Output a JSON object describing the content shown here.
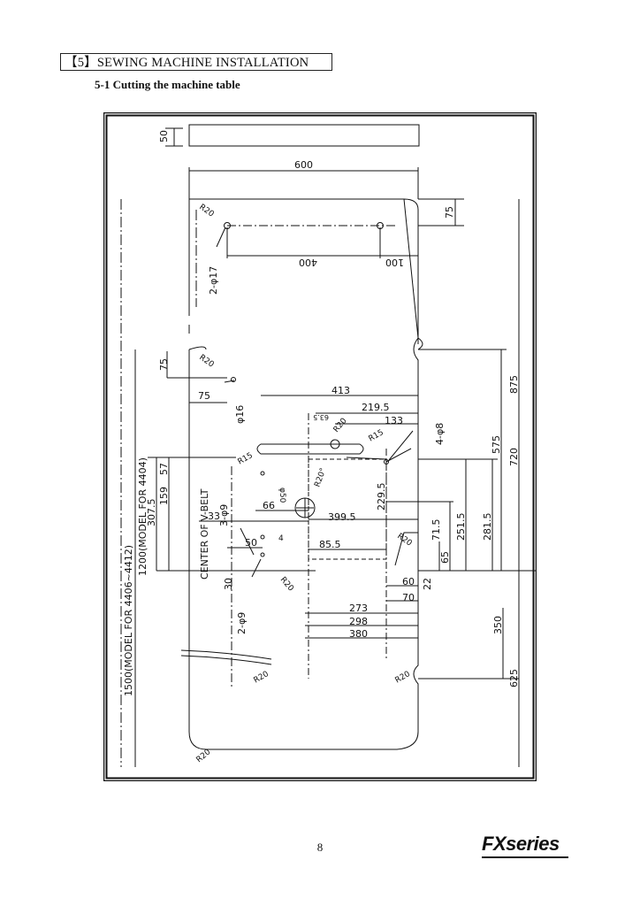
{
  "section": {
    "title": "【5】SEWING MACHINE INSTALLATION",
    "subtitle": "5-1 Cutting the machine table"
  },
  "drawing": {
    "dims": {
      "d50": "50",
      "d600": "600",
      "d75a": "75",
      "d400": "400",
      "d100": "100",
      "d2phi17": "2-φ17",
      "d75b": "75",
      "d75c": "75",
      "d16": "φ16",
      "d413": "413",
      "d219_5": "219.5",
      "d63_5": "63.5",
      "d133": "133",
      "d4phi8": "4-φ8",
      "d57": "57",
      "d159": "159",
      "d307_5": "307.5",
      "d3phi9": "3-φ9",
      "d33": "33",
      "d66": "66",
      "d50b": "50",
      "d4": "4",
      "d399_5": "399.5",
      "d229_5": "229.5",
      "d85_5": "85.5",
      "d71_5": "71.5",
      "d251_5": "251.5",
      "d281_5": "281.5",
      "d65": "65",
      "d22": "22",
      "d60": "60",
      "d70": "70",
      "d30": "30",
      "d2phi9": "2-φ9",
      "d273": "273",
      "d298": "298",
      "d380": "380",
      "d350": "350",
      "d625": "625",
      "d575": "575",
      "d720": "720",
      "d875": "875",
      "phi50": "φ50"
    },
    "radii": {
      "r20": "R20",
      "r15": "R15",
      "r20deg": "R20°"
    },
    "labels": {
      "center_vbelt": "CENTER OF V-BELT",
      "model1500": "1500(MODEL FOR 4406~4412)",
      "model1200": "1200(MODEL FOR 4404)"
    }
  },
  "footer": {
    "page_number": "8",
    "brand": "FXseries"
  }
}
